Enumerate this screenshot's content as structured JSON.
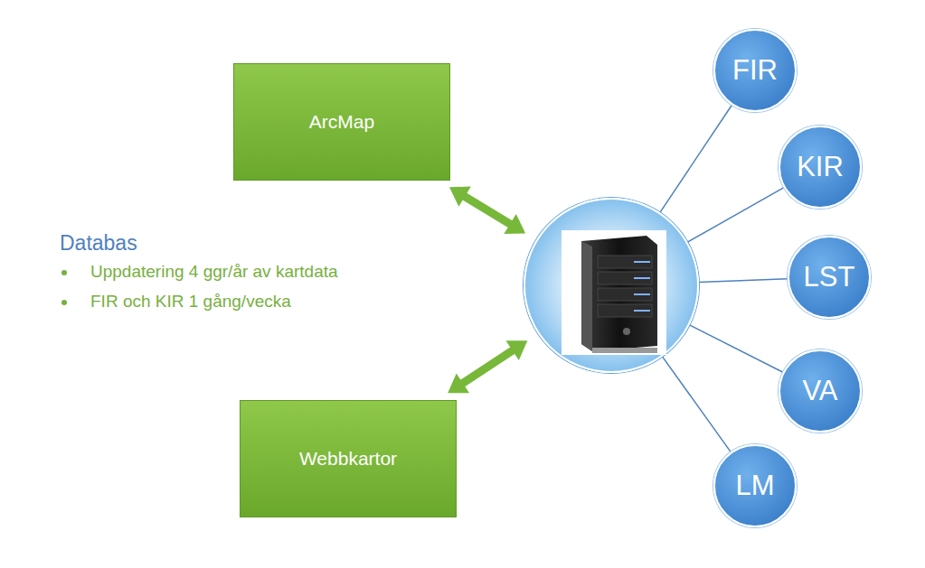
{
  "diagram": {
    "nodes": [
      {
        "text": [
          "ArcMap"
        ]
      },
      {
        "text": [
          "Webbkartor"
        ]
      },
      {
        "text": []
      },
      {
        "text": [
          "FIR"
        ]
      },
      {
        "text": [
          "KIR"
        ]
      },
      {
        "text": [
          "LST"
        ]
      },
      {
        "text": [
          "VA"
        ]
      },
      {
        "text": [
          "LM"
        ]
      }
    ],
    "edges": [
      {
        "from": 0,
        "to": 2,
        "arrow": "both"
      },
      {
        "from": 1,
        "to": 2,
        "arrow": "both"
      },
      {
        "from": 2,
        "to": 3,
        "arrow": "none"
      },
      {
        "from": 2,
        "to": 4,
        "arrow": "none"
      },
      {
        "from": 2,
        "to": 5,
        "arrow": "none"
      },
      {
        "from": 2,
        "to": 6,
        "arrow": "none"
      },
      {
        "from": 2,
        "to": 7,
        "arrow": "none"
      }
    ],
    "labels": [
      "Databas",
      "Uppdatering 4 ggr/år av kartdata",
      "FIR och KIR 1 gång/vecka"
    ]
  }
}
